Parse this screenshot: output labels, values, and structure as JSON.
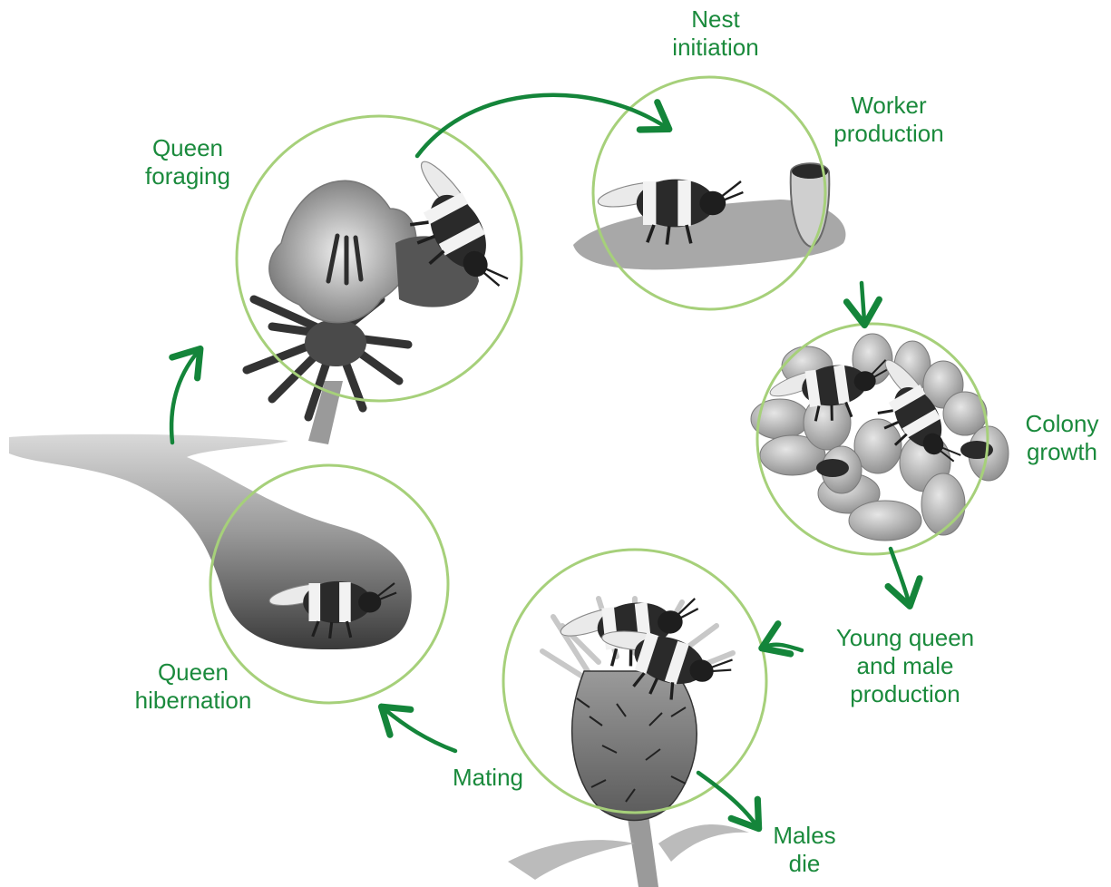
{
  "colors": {
    "label_green": "#1a8a3c",
    "arrow_green": "#14853a",
    "circle_green": "#a6d07a"
  },
  "icons": [
    "bell-flower-icon",
    "bumblebee-icon",
    "wax-cup-icon",
    "brood-cluster-icon",
    "thistle-icon",
    "burrow-icon",
    "cycle-arrow-icon"
  ],
  "stages": {
    "nest_initiation": [
      "Nest",
      "initiation"
    ],
    "worker_production": [
      "Worker",
      "production"
    ],
    "queen_foraging": [
      "Queen",
      "foraging"
    ],
    "colony_growth": [
      "Colony",
      "growth"
    ],
    "young_queen_male": [
      "Young queen",
      "and male",
      "production"
    ],
    "queen_hibernation": [
      "Queen",
      "hibernation"
    ],
    "mating": [
      "Mating"
    ],
    "males_die": [
      "Males",
      "die"
    ]
  }
}
